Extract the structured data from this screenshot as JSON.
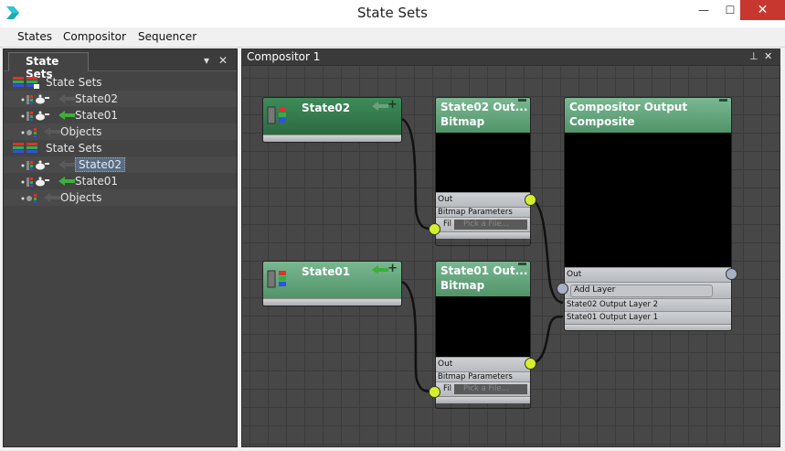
{
  "window": {
    "title": "State Sets",
    "minimize_glyph": "—",
    "maximize_glyph": "☐",
    "close_glyph": "✕"
  },
  "menu": {
    "items": [
      "States",
      "Compositor",
      "Sequencer"
    ]
  },
  "left_panel": {
    "tab_label": "State Sets",
    "dropdown_glyph": "▾",
    "close_glyph": "✕",
    "tree": [
      {
        "label": "State Sets",
        "level": 0
      },
      {
        "label": "State02",
        "level": 1
      },
      {
        "label": "State01",
        "level": 1
      },
      {
        "label": "Objects",
        "level": 1
      },
      {
        "label": "State Sets",
        "level": 0
      },
      {
        "label": "State02",
        "level": 1,
        "selected": true
      },
      {
        "label": "State01",
        "level": 1
      },
      {
        "label": "Objects",
        "level": 1
      }
    ]
  },
  "compositor": {
    "header": "Compositor 1",
    "pin_glyph": "⊥",
    "close_glyph": "✕",
    "nodes": {
      "state02": {
        "title": "State02",
        "plus": "+"
      },
      "state01": {
        "title": "State01",
        "plus": "+"
      },
      "bitmap02": {
        "title_line1": "State02 Out...",
        "title_line2": "Bitmap",
        "out": "Out",
        "params": "Bitmap Parameters",
        "file_label": "Fil",
        "pick_file": "Pick a File..."
      },
      "bitmap01": {
        "title_line1": "State01 Out...",
        "title_line2": "Bitmap",
        "out": "Out",
        "params": "Bitmap Parameters",
        "file_label": "Fil",
        "pick_file": "Pick a File..."
      },
      "composite": {
        "title_line1": "Compositor Output",
        "title_line2": "Composite",
        "out": "Out",
        "add_layer": "Add Layer",
        "layer2": "State02 Output Layer 2",
        "layer1": "State01 Output Layer 1"
      }
    }
  },
  "colors": {
    "node_green": "#52946a",
    "port_lime": "#d4f02a",
    "port_gray": "#a7b0c4",
    "selection": "#5a6d80"
  }
}
